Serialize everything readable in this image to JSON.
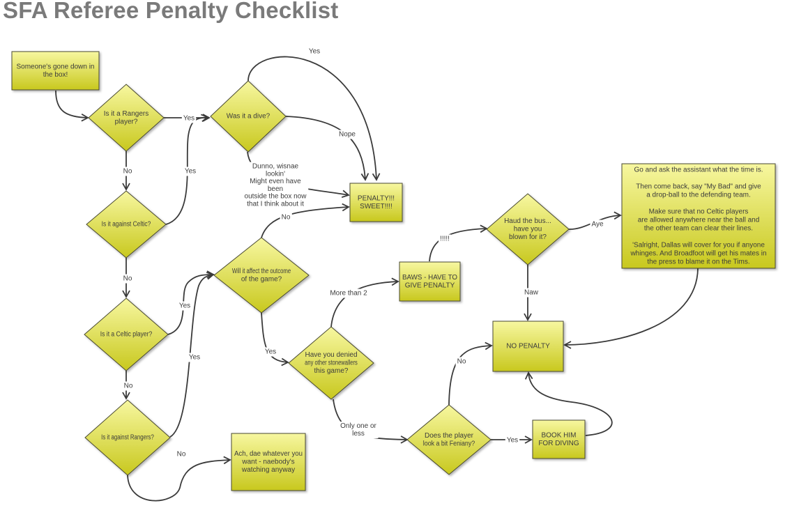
{
  "title": "SFA Referee Penalty Checklist",
  "colors": {
    "box_top": "#f7f7a0",
    "box_bottom": "#c8c81e",
    "arrow": "#3a3a3a",
    "title": "#7a7a7a"
  },
  "nodes": {
    "start": [
      "Someone's gone down in",
      "the box!"
    ],
    "rangers_player": [
      "Is it a Rangers",
      "player?"
    ],
    "dive": [
      "Was it a dive?"
    ],
    "against_celtic": [
      "Is it against Celtic?"
    ],
    "penalty_sweet": [
      "PENALTY!!!",
      "SWEET!!!!"
    ],
    "affect_outcome": [
      "Will it affect the outcome",
      "of the game?"
    ],
    "celtic_player": [
      "Is it a Celtic player?"
    ],
    "against_rangers": [
      "Is it against Rangers?"
    ],
    "whatever": [
      "Ach, dae whatever you",
      "want - naebody's",
      "watching anyway"
    ],
    "denied_stonewallers": [
      "Have you denied",
      "any other stonewallers",
      "this game?"
    ],
    "baws": [
      "BAWS - HAVE TO",
      "GIVE PENALTY"
    ],
    "haud_bus": [
      "Haud the bus...",
      "have you",
      "blown for it?"
    ],
    "no_penalty": [
      "NO PENALTY"
    ],
    "feniany": [
      "Does the player",
      "look a bit Feniany?"
    ],
    "book_him": [
      "BOOK HIM",
      "FOR DIVING"
    ],
    "assistant": [
      "Go and ask the assistant what the time is.",
      "",
      "Then come back, say \"My Bad\" and give",
      "a drop-ball to the defending team.",
      "",
      "Make sure that no Celtic players",
      "are allowed anywhere near the ball and",
      "the other team can clear their lines.",
      "",
      "'Salright, Dallas will cover for you if anyone",
      "whinges.  And Broadfoot will get his mates in",
      "the press to blame it on the Tims."
    ]
  },
  "edges": {
    "start_to_rangers": [],
    "rangers_yes": [
      "Yes"
    ],
    "rangers_no": [
      "No"
    ],
    "dive_yes": [
      "Yes"
    ],
    "dive_nope": [
      "Nope"
    ],
    "dive_dunno": [
      "Dunno, wisnae",
      "lookin'",
      "Might even have",
      "been",
      "outside the box now",
      "that I think about it"
    ],
    "celtic_yes": [
      "Yes"
    ],
    "celtic_no": [
      "No"
    ],
    "affect_no": [
      "No"
    ],
    "affect_yes": [
      "Yes"
    ],
    "celtic_player_yes": [
      "Yes"
    ],
    "celtic_player_no": [
      "No"
    ],
    "against_rangers_yes": [
      "Yes"
    ],
    "against_rangers_no": [
      "No"
    ],
    "denied_more": [
      "More than 2"
    ],
    "denied_less": [
      "Only one or",
      "less"
    ],
    "baws_to_bus": [
      "!!!!!"
    ],
    "bus_aye": [
      "Aye"
    ],
    "bus_naw": [
      "Naw"
    ],
    "assistant_to_nopen": [],
    "feniany_no": [
      "No"
    ],
    "feniany_yes": [
      "Yes"
    ],
    "book_to_nopen": []
  }
}
